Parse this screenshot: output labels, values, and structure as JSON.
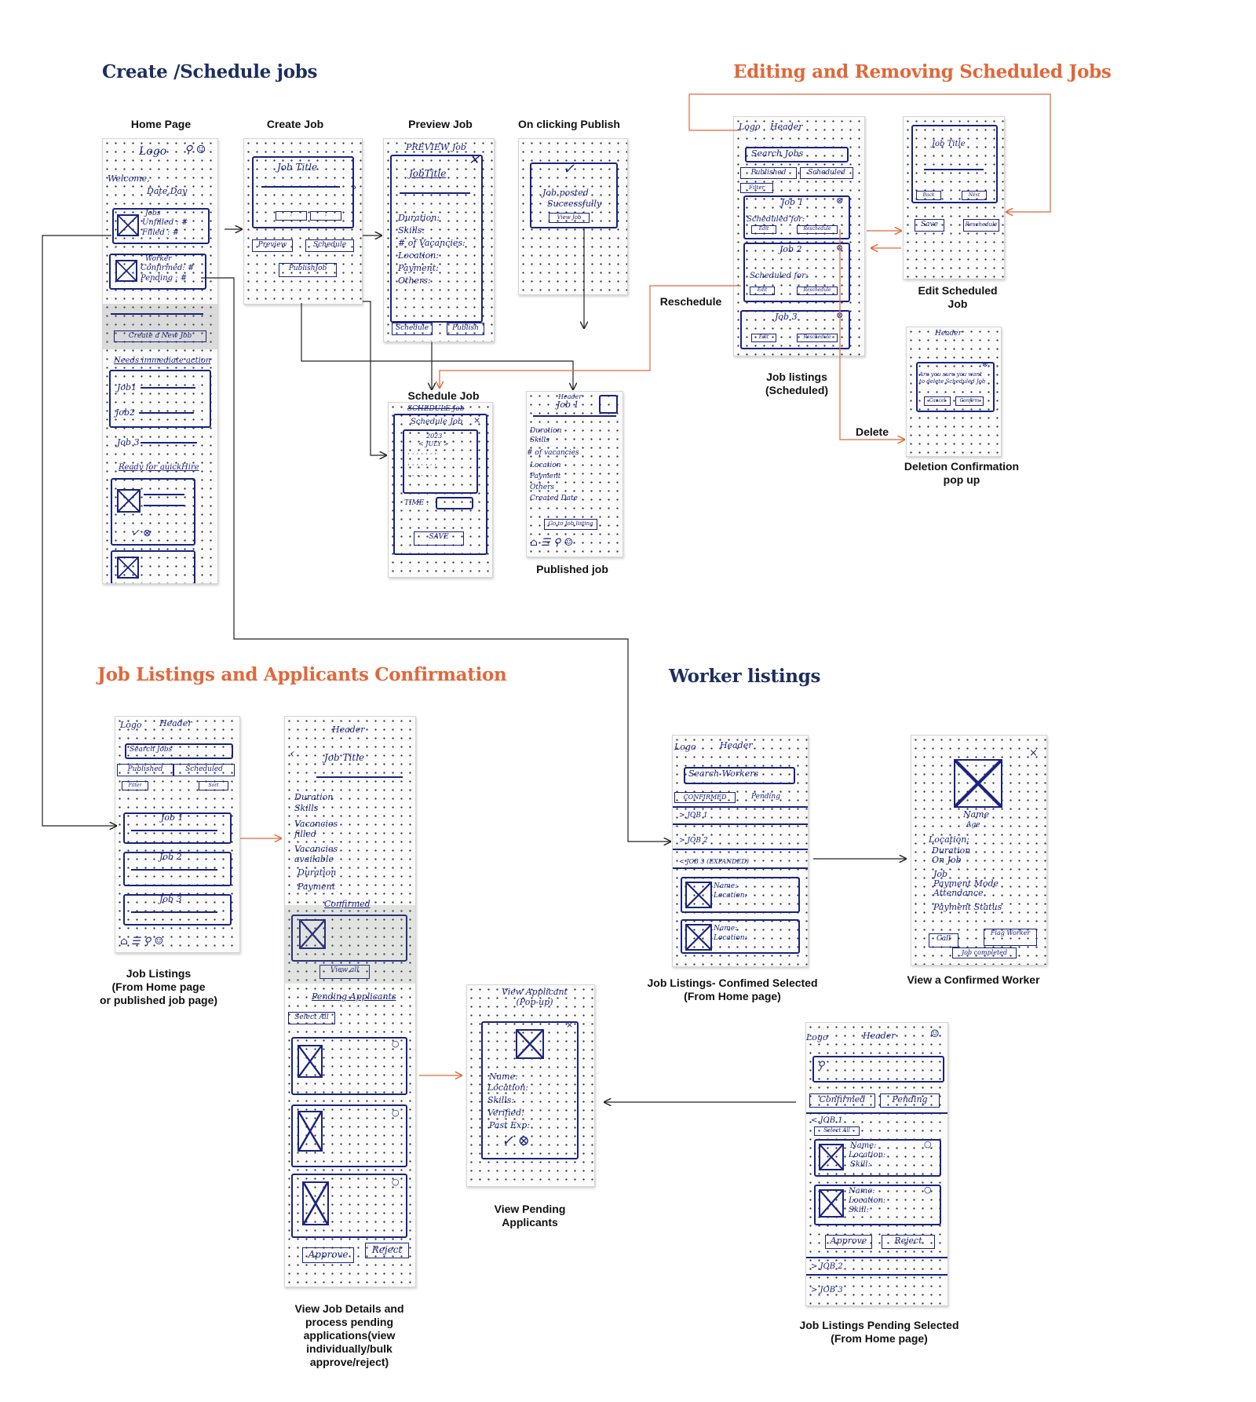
{
  "sections": {
    "create_schedule": "Create /Schedule jobs",
    "editing_removing": "Editing and Removing Scheduled Jobs",
    "job_listings": "Job Listings and Applicants Confirmation",
    "worker_listings": "Worker listings"
  },
  "captions": {
    "home_page": "Home Page",
    "create_job": "Create Job",
    "preview_job": "Preview  Job",
    "on_publish": "On clicking Publish",
    "schedule_job": "Schedule  Job",
    "published_job": "Published job",
    "edit_scheduled_1": "Edit Scheduled",
    "edit_scheduled_2": "Job",
    "job_listings_sched_1": "Job listings",
    "job_listings_sched_2": "(Scheduled)",
    "deletion_1": "Deletion Confirmation",
    "deletion_2": "pop up",
    "job_listings_1": "Job Listings",
    "job_listings_2": "(From Home page",
    "job_listings_3": "or published job page)",
    "view_details_1": "View Job Details and",
    "view_details_2": "process pending",
    "view_details_3": "applications(view",
    "view_details_4": "individually/bulk",
    "view_details_5": "approve/reject)",
    "view_pending_1": "View Pending",
    "view_pending_2": "Applicants",
    "confirmed_selected_1": "Job Listings- Confimed Selected",
    "confirmed_selected_2": "(From Home page)",
    "view_confirmed_worker": "View  a Confirmed Worker",
    "pending_selected_1": "Job Listings Pending Selected",
    "pending_selected_2": "(From Home page)"
  },
  "flow_labels": {
    "reschedule": "Reschedule",
    "delete": "Delete"
  },
  "sketch_text": {
    "home": {
      "logo": "Logo",
      "welcome": "Welcome,",
      "date": "Date,Day",
      "jobs": "Jobs",
      "unfilled": "Unfilled : #",
      "filled": "Filled : #",
      "worker": "Worker",
      "confirmed": "Confirmed: #",
      "pending": "Pending : #",
      "create_new": "Create a New Job",
      "needs_immediate": "Needs immediate action",
      "job1": "Job1",
      "job2": "Job2",
      "job3": "Job 3",
      "ready": "Ready for quickHire"
    },
    "create": {
      "title": "Job Title",
      "preview_btn": "Preview",
      "schedule_btn": "Schedule",
      "publish_btn": "PublishJob"
    },
    "preview": {
      "header": "PREVIEW Job",
      "title": "JobTitle",
      "duration": "Duration:",
      "skills": "Skills:",
      "vacancies": "# of Vacancies:",
      "location": "Location:",
      "payment": "Payment:",
      "others": "Others:",
      "schedule": "Schedule",
      "publish": "Publish"
    },
    "publish_popup": {
      "line1": "Job posted",
      "line2": "Successfully",
      "view": "View Job"
    },
    "schedule": {
      "header": "SCHEDULE Job",
      "sub": "Schedule Job",
      "year": "2023",
      "month": "< JULY >",
      "time": "TIME :",
      "save": "SAVE"
    },
    "published": {
      "header": "Header",
      "job": "Job 1",
      "duration": "Duration",
      "skills": "Skills",
      "vacancies": "# of vacancies",
      "location": "Location",
      "payment": "Payment",
      "others": "Others",
      "created": "Created Date",
      "go": "Go to Job listing"
    },
    "sched_list": {
      "logo": "Logo",
      "header": "Header",
      "search": "Search Jobs",
      "published": "Published",
      "scheduled": "Scheduled",
      "filter": "Filter",
      "job1": "Job 1",
      "scheduled_for": "Scheduled for:",
      "edit": "Edit",
      "reschedule": "Reschedule",
      "job2": "Job 2",
      "job3": "Job 3"
    },
    "edit": {
      "title": "Job Title",
      "back": "Back",
      "next": "Next",
      "save": "Save",
      "reschedule": "Reschedule"
    },
    "delete": {
      "header": "Header",
      "q": "Are you sure you want to delete Scheduled Job",
      "cancel": "Cancel",
      "confirm": "Confirm"
    },
    "listings": {
      "logo": "Logo",
      "header": "Header",
      "search": "Search Jobs",
      "published": "Published",
      "scheduled": "Scheduled",
      "filter": "Filter",
      "sort": "Sort",
      "job1": "Job 1",
      "job2": "Job 2",
      "job3": "Job 3"
    },
    "details": {
      "header": "Header",
      "title": "Job Title",
      "duration": "Duration",
      "skills": "Skills",
      "vac_filled": "Vacancies filled",
      "vac_avail": "Vacancies available",
      "duration2": "Duration",
      "payment": "Payment",
      "confirmed": "Confirmed",
      "view_all": "View all",
      "pending": "Pending Applicants",
      "select_all": "Select All",
      "approve": "Approve",
      "reject": "Reject"
    },
    "popup": {
      "title": "View Applicant (Pop-up)",
      "name": "Name:",
      "location": "Location:",
      "skills": "Skills:",
      "verified": "Verified:",
      "past": "Past Exp:"
    },
    "workers": {
      "logo": "Logo",
      "header": "Header",
      "search": "Search Workers",
      "confirmed": "CONFIRMED",
      "pending": "Pending",
      "job1": "> JOB 1",
      "job2": "> JOB 2",
      "job3": "< JOB 3 (EXPANDED)",
      "name": "Name:",
      "location": "Location:"
    },
    "worker_view": {
      "name": "Name",
      "age": "Age",
      "location": "Location:",
      "duration": "Duration",
      "on_job": "On Job",
      "job": "Job",
      "payment_mode": "Payment Mode",
      "attendance": "Attendance",
      "payment_status": "Payment Status",
      "call": "Call",
      "flag": "Flag Worker",
      "completed": "Job completed"
    },
    "pending_list": {
      "logo": "Logo",
      "header": "Header",
      "confirmed": "Confirmed",
      "pending": "Pending",
      "job1": "< JOB 1",
      "select_all": "Select All",
      "name": "Name:",
      "location": "Location:",
      "skill": "Skill:",
      "approve": "Approve",
      "reject": "Reject",
      "job2": "> JOB 2",
      "job3": "> JOB 3"
    }
  },
  "colors": {
    "navy": "#1d2e5e",
    "orange": "#e0683a",
    "ink": "#1a237e",
    "arrow_dark": "#222222"
  }
}
